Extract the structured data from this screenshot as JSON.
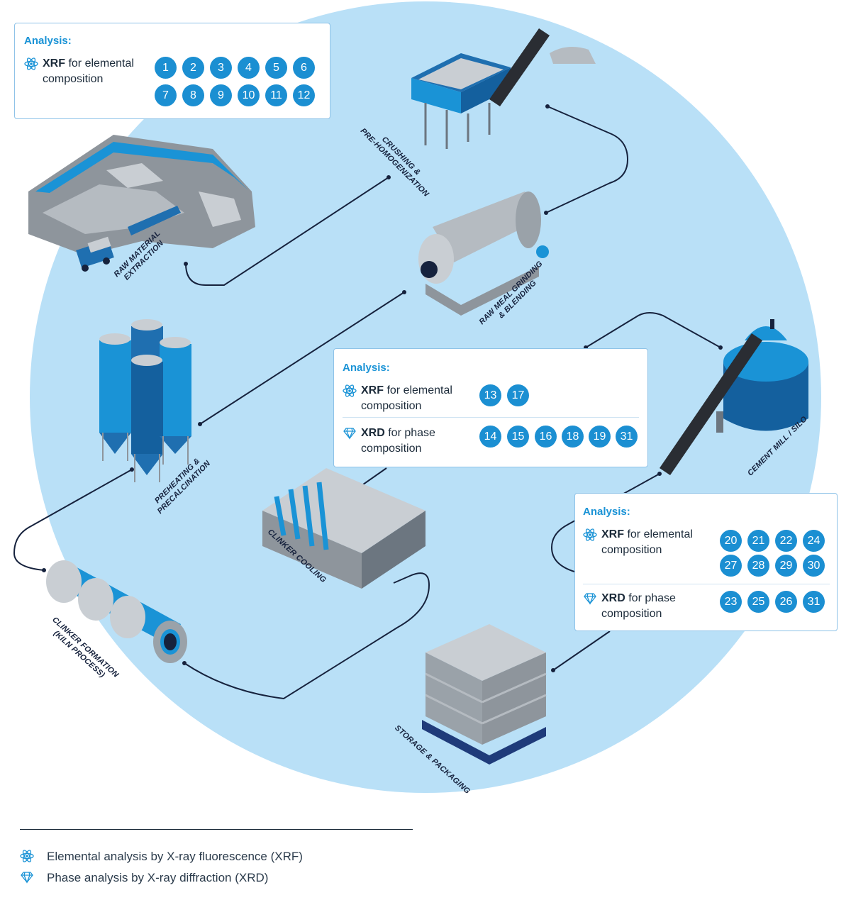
{
  "colors": {
    "circle": "#b9e0f7",
    "accent": "#1a93d6",
    "badge": "#1b8fd2",
    "line": "#16223d"
  },
  "stages": {
    "raw_material": "Raw material\nextraction",
    "crushing": "Crushing &\npre-homogenization",
    "raw_meal": "Raw meal grinding\n& blending",
    "preheating": "Preheating &\nprecalcination",
    "clinker_cooling": "Clinker cooling",
    "clinker_formation": "Clinker formation\n(Kiln process)",
    "storage": "Storage & packaging",
    "cement_mill": "Cement mill / silo"
  },
  "panel1": {
    "title": "Analysis:",
    "xrf_abbr": "XRF",
    "xrf_rest": " for elemental",
    "xrf_line2": "composition",
    "xrf_numbers": [
      "1",
      "2",
      "3",
      "4",
      "5",
      "6",
      "7",
      "8",
      "9",
      "10",
      "11",
      "12"
    ]
  },
  "panel2": {
    "title": "Analysis:",
    "xrf_abbr": "XRF",
    "xrf_rest": " for elemental",
    "xrf_line2": "composition",
    "xrf_numbers": [
      "13",
      "17"
    ],
    "xrd_abbr": "XRD",
    "xrd_rest": " for phase",
    "xrd_line2": "composition",
    "xrd_numbers": [
      "14",
      "15",
      "16",
      "18",
      "19",
      "31"
    ]
  },
  "panel3": {
    "title": "Analysis:",
    "xrf_abbr": "XRF",
    "xrf_rest": " for elemental",
    "xrf_line2": "composition",
    "xrf_numbers": [
      "20",
      "21",
      "22",
      "24",
      "27",
      "28",
      "29",
      "30"
    ],
    "xrd_abbr": "XRD",
    "xrd_rest": " for phase",
    "xrd_line2": "composition",
    "xrd_numbers": [
      "23",
      "25",
      "26",
      "31"
    ]
  },
  "legend": {
    "xrf": "Elemental analysis by X-ray fluorescence (XRF)",
    "xrd": "Phase analysis by X-ray diffraction (XRD)"
  },
  "icons": {
    "xrf": "atom-icon",
    "xrd": "diamond-icon"
  }
}
